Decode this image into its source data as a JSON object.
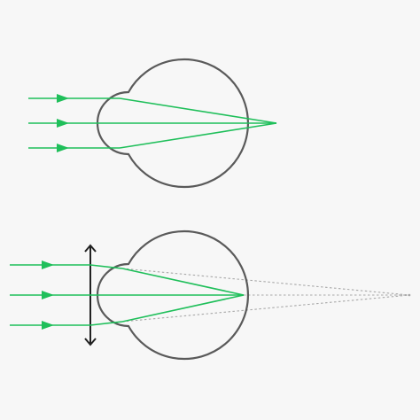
{
  "diagram": {
    "panels": [
      {
        "id": "uncorrected-eye",
        "description_visible_text": "",
        "ray_count": 3,
        "ray_color": "#1fbf5a",
        "eye_outline_color": "#5a5a5a"
      },
      {
        "id": "corrected-eye-with-lens",
        "description_visible_text": "",
        "ray_count": 3,
        "ray_color": "#1fbf5a",
        "eye_outline_color": "#5a5a5a",
        "lens_type": "converging",
        "lens_color": "#222222",
        "extension_line_color": "#a8a8a8"
      }
    ]
  },
  "colors": {
    "background": "#f7f7f7",
    "ray": "#1fbf5a",
    "outline": "#5a5a5a",
    "lens": "#222222",
    "dotted": "#a8a8a8"
  }
}
